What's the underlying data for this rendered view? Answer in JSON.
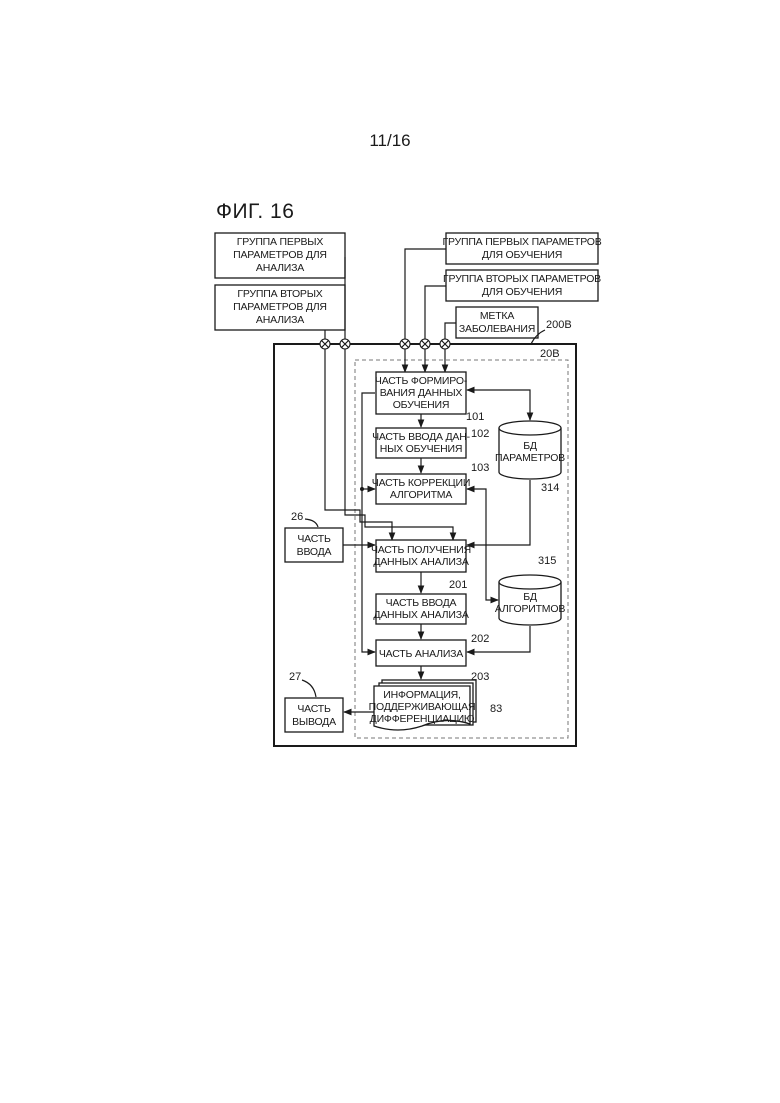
{
  "page_number": "11/16",
  "figure_title": "ФИГ. 16",
  "inputs": {
    "first_analysis_params": [
      "ГРУППА ПЕРВЫХ",
      "ПАРАМЕТРОВ ДЛЯ",
      "АНАЛИЗА"
    ],
    "second_analysis_params": [
      "ГРУППА ВТОРЫХ",
      "ПАРАМЕТРОВ ДЛЯ",
      "АНАЛИЗА"
    ],
    "first_training_params": [
      "ГРУППА ПЕРВЫХ ПАРАМЕТРОВ",
      "ДЛЯ ОБУЧЕНИЯ"
    ],
    "second_training_params": [
      "ГРУППА ВТОРЫХ ПАРАМЕТРОВ",
      "ДЛЯ ОБУЧЕНИЯ"
    ],
    "disease_label": [
      "МЕТКА",
      "ЗАБОЛЕВАНИЯ"
    ]
  },
  "blocks": {
    "training_data_forming": [
      "ЧАСТЬ ФОРМИРО-",
      "ВАНИЯ ДАННЫХ",
      "ОБУЧЕНИЯ"
    ],
    "training_data_input": [
      "ЧАСТЬ ВВОДА ДАН-",
      "НЫХ ОБУЧЕНИЯ"
    ],
    "algorithm_correction": [
      "ЧАСТЬ КОРРЕКЦИИ",
      "АЛГОРИТМА"
    ],
    "analysis_data_acquisition": [
      "ЧАСТЬ ПОЛУЧЕНИЯ",
      "ДАННЫХ АНАЛИЗА"
    ],
    "analysis_data_input": [
      "ЧАСТЬ ВВОДА",
      "ДАННЫХ АНАЛИЗА"
    ],
    "analysis": [
      "ЧАСТЬ АНАЛИЗА"
    ],
    "support_info": [
      "ИНФОРМАЦИЯ,",
      "ПОДДЕРЖИВАЮЩАЯ",
      "ДИФФЕРЕНЦИАЦИЮ"
    ],
    "input_part": [
      "ЧАСТЬ",
      "ВВОДА"
    ],
    "output_part": [
      "ЧАСТЬ",
      "ВЫВОДА"
    ],
    "parameters_db": [
      "БД",
      "ПАРАМЕТРОВ"
    ],
    "algorithms_db": [
      "БД",
      "АЛГОРИТМОВ"
    ]
  },
  "refs": {
    "outer": "200B",
    "inner": "20B",
    "r101": "101",
    "r102": "102",
    "r103": "103",
    "r201": "201",
    "r202": "202",
    "r203": "203",
    "r314": "314",
    "r315": "315",
    "r83": "83",
    "r26": "26",
    "r27": "27"
  }
}
